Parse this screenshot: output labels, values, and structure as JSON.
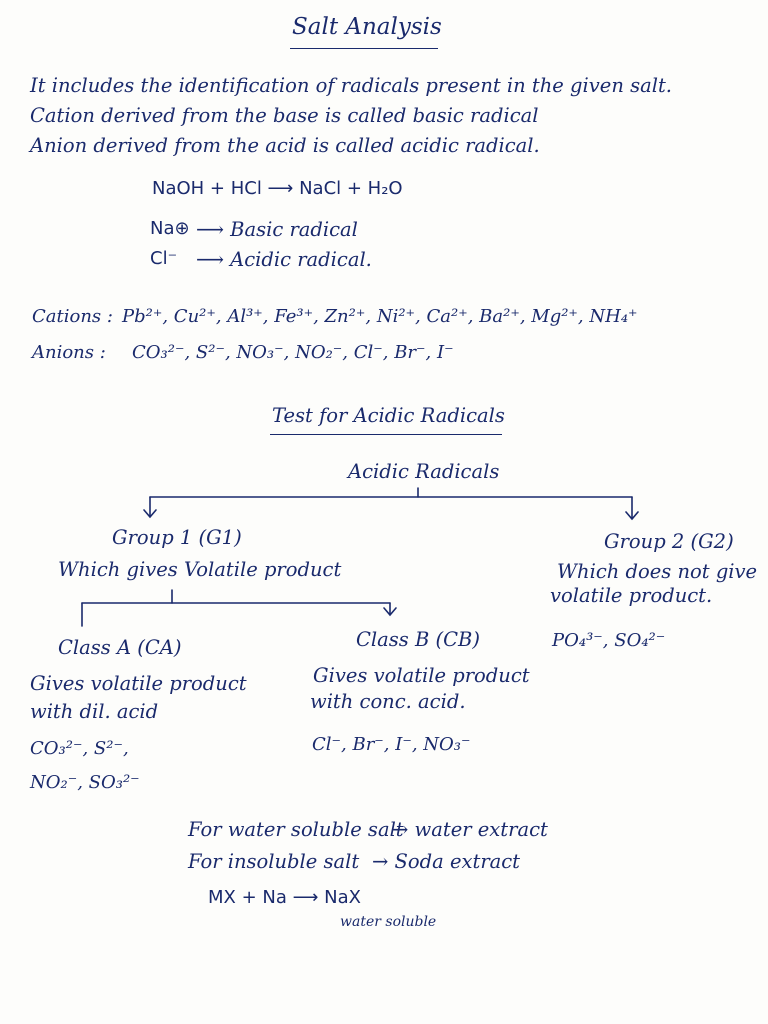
{
  "title": "Salt Analysis",
  "intro": [
    "It includes the identification of radicals present in the given salt.",
    "Cation derived from the base is called basic radical",
    "Anion derived from the acid is called acidic radical."
  ],
  "equation": "NaOH + HCl ⟶ NaCl + H₂O",
  "radicals": [
    {
      "ion": "Na⊕",
      "desc": "⟶ Basic radical"
    },
    {
      "ion": "Cl⁻",
      "desc": "⟶ Acidic radical."
    }
  ],
  "cations": {
    "label": "Cations :",
    "items": "Pb²⁺, Cu²⁺, Al³⁺, Fe³⁺, Zn²⁺, Ni²⁺, Ca²⁺, Ba²⁺, Mg²⁺, NH₄⁺"
  },
  "anions": {
    "label": "Anions :",
    "items": "CO₃²⁻, S²⁻, NO₃⁻, NO₂⁻, Cl⁻, Br⁻, I⁻"
  },
  "section_title": "Test for Acidic Radicals",
  "tree": {
    "root": "Acidic Radicals",
    "group1": {
      "title": "Group 1 (G1)",
      "desc": "Which gives Volatile product"
    },
    "group2": {
      "title": "Group 2 (G2)",
      "desc": [
        "Which does not give",
        "volatile product."
      ],
      "ions": "PO₄³⁻, SO₄²⁻"
    },
    "classA": {
      "title": "Class A (CA)",
      "desc": [
        "Gives volatile product",
        "with dil. acid"
      ],
      "ions": [
        "CO₃²⁻, S²⁻,",
        "NO₂⁻, SO₃²⁻"
      ]
    },
    "classB": {
      "title": "Class B (CB)",
      "desc": [
        "Gives volatile product",
        "with conc. acid."
      ],
      "ions": "Cl⁻, Br⁻, I⁻, NO₃⁻"
    }
  },
  "extracts": [
    {
      "left": "For water soluble salt",
      "right": "→ water extract"
    },
    {
      "left": "For insoluble salt",
      "right": "→ Soda extract"
    }
  ],
  "final_equation": "MX + Na ⟶ NaX",
  "final_note": "water soluble"
}
